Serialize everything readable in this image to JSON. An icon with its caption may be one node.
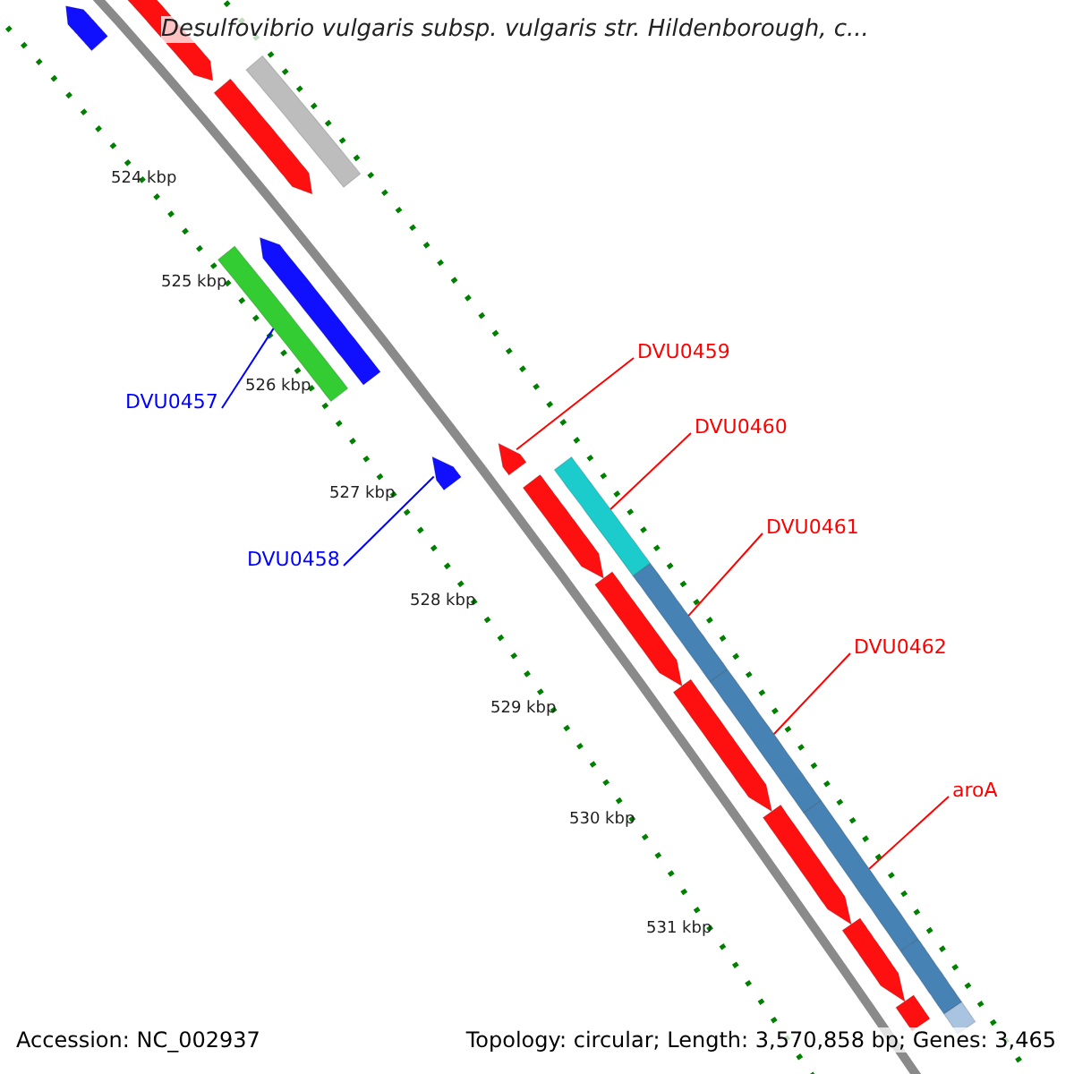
{
  "diagram": {
    "title": "Desulfovibrio vulgaris subsp. vulgaris str. Hildenborough, c...",
    "nodes": [
      {
        "text": [
          "DVU0457"
        ]
      },
      {
        "text": [
          "DVU0458"
        ]
      },
      {
        "text": [
          "DVU0459"
        ]
      },
      {
        "text": [
          "DVU0460"
        ]
      },
      {
        "text": [
          "DVU0461"
        ]
      },
      {
        "text": [
          "DVU0462"
        ]
      },
      {
        "text": [
          "aroA"
        ]
      },
      {
        "text": [],
        "shape": "bar"
      },
      {
        "text": [],
        "shape": "bar"
      },
      {
        "text": [],
        "shape": "bar"
      },
      {
        "text": [],
        "shape": "bar"
      },
      {
        "text": [],
        "shape": "bar"
      },
      {
        "text": [],
        "shape": "bar"
      },
      {
        "text": [],
        "shape": "bar"
      },
      {
        "text": [],
        "shape": "bar"
      },
      {
        "text": [],
        "shape": "bar"
      },
      {
        "text": [],
        "shape": "bar"
      },
      {
        "text": [],
        "shape": "bar"
      },
      {
        "text": [],
        "shape": "bar"
      },
      {
        "text": [],
        "shape": "bar"
      },
      {
        "text": [],
        "shape": "bar"
      },
      {
        "text": [],
        "shape": "bar"
      },
      {
        "text": [],
        "shape": "bar"
      },
      {
        "text": [],
        "shape": "bar"
      },
      {
        "text": [],
        "shape": "bar"
      },
      {
        "text": [],
        "shape": "bar"
      },
      {
        "text": [],
        "shape": "bar"
      }
    ],
    "edges": [
      {
        "from": 0,
        "to": 12,
        "arrow": "none",
        "color": "#0000ff"
      },
      {
        "from": 1,
        "to": 14,
        "arrow": "none",
        "color": "#0000ff"
      },
      {
        "from": 2,
        "to": 13,
        "arrow": "none"
      },
      {
        "from": 3,
        "to": 15,
        "arrow": "none"
      },
      {
        "from": 4,
        "to": 17,
        "arrow": "none"
      },
      {
        "from": 5,
        "to": 19,
        "arrow": "none"
      },
      {
        "from": 6,
        "to": 21,
        "arrow": "none"
      }
    ],
    "labels": [
      "524 kbp",
      "525 kbp",
      "526 kbp",
      "527 kbp",
      "528 kbp",
      "529 kbp",
      "530 kbp",
      "531 kbp",
      "Accession: NC_002937",
      "Topology: circular; Length: 3,570,858 bp; Genes: 3,465"
    ]
  }
}
